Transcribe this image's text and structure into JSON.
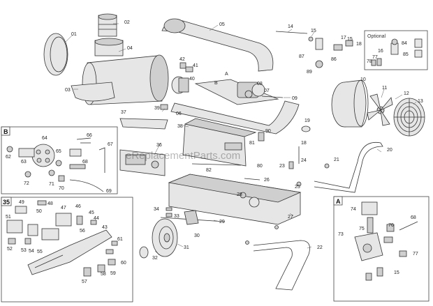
{
  "watermark": "eReplacementParts.com",
  "insets": {
    "B": {
      "letter": "B"
    },
    "35": {
      "letter": "35"
    },
    "A": {
      "letter": "A"
    },
    "optional": {
      "label": "Optional"
    }
  },
  "callouts": [
    {
      "id": "c01",
      "text": "01"
    },
    {
      "id": "c02",
      "text": "02"
    },
    {
      "id": "c03",
      "text": "03"
    },
    {
      "id": "c04",
      "text": "04"
    },
    {
      "id": "c05",
      "text": "05"
    },
    {
      "id": "c06",
      "text": "06"
    },
    {
      "id": "c07",
      "text": "07"
    },
    {
      "id": "c08",
      "text": "08"
    },
    {
      "id": "c09",
      "text": "09"
    },
    {
      "id": "c10",
      "text": "10"
    },
    {
      "id": "c11",
      "text": "11"
    },
    {
      "id": "c12",
      "text": "12"
    },
    {
      "id": "c13",
      "text": "13"
    },
    {
      "id": "c14",
      "text": "14"
    },
    {
      "id": "c15",
      "text": "15"
    },
    {
      "id": "c15b",
      "text": "15"
    },
    {
      "id": "c15c",
      "text": "15"
    },
    {
      "id": "c16",
      "text": "16"
    },
    {
      "id": "c17",
      "text": "17"
    },
    {
      "id": "c18",
      "text": "18"
    },
    {
      "id": "c18b",
      "text": "18"
    },
    {
      "id": "c19",
      "text": "19"
    },
    {
      "id": "c20",
      "text": "20"
    },
    {
      "id": "c21",
      "text": "21"
    },
    {
      "id": "c22",
      "text": "22"
    },
    {
      "id": "c23",
      "text": "23"
    },
    {
      "id": "c24",
      "text": "24"
    },
    {
      "id": "c25",
      "text": "25"
    },
    {
      "id": "c26",
      "text": "26"
    },
    {
      "id": "c27",
      "text": "27"
    },
    {
      "id": "c28",
      "text": "28"
    },
    {
      "id": "c29",
      "text": "29"
    },
    {
      "id": "c30",
      "text": "30"
    },
    {
      "id": "c31",
      "text": "31"
    },
    {
      "id": "c32",
      "text": "32"
    },
    {
      "id": "c33",
      "text": "33"
    },
    {
      "id": "c34",
      "text": "34"
    },
    {
      "id": "c36",
      "text": "36"
    },
    {
      "id": "c37",
      "text": "37"
    },
    {
      "id": "c38",
      "text": "38"
    },
    {
      "id": "c39",
      "text": "39"
    },
    {
      "id": "c40",
      "text": "40"
    },
    {
      "id": "c41",
      "text": "41"
    },
    {
      "id": "c42",
      "text": "42"
    },
    {
      "id": "c43",
      "text": "43"
    },
    {
      "id": "c44",
      "text": "44"
    },
    {
      "id": "c45",
      "text": "45"
    },
    {
      "id": "c46",
      "text": "46"
    },
    {
      "id": "c47",
      "text": "47"
    },
    {
      "id": "c48",
      "text": "48"
    },
    {
      "id": "c49",
      "text": "49"
    },
    {
      "id": "c50",
      "text": "50"
    },
    {
      "id": "c51",
      "text": "51"
    },
    {
      "id": "c52",
      "text": "52"
    },
    {
      "id": "c53",
      "text": "53"
    },
    {
      "id": "c54",
      "text": "54"
    },
    {
      "id": "c55",
      "text": "55"
    },
    {
      "id": "c56",
      "text": "56"
    },
    {
      "id": "c57",
      "text": "57"
    },
    {
      "id": "c58",
      "text": "58"
    },
    {
      "id": "c59",
      "text": "59"
    },
    {
      "id": "c60",
      "text": "60"
    },
    {
      "id": "c61",
      "text": "61"
    },
    {
      "id": "c62",
      "text": "62"
    },
    {
      "id": "c63",
      "text": "63"
    },
    {
      "id": "c64",
      "text": "64"
    },
    {
      "id": "c65",
      "text": "65"
    },
    {
      "id": "c66",
      "text": "66"
    },
    {
      "id": "c67",
      "text": "67"
    },
    {
      "id": "c68",
      "text": "68"
    },
    {
      "id": "c68b",
      "text": "68"
    },
    {
      "id": "c69",
      "text": "69"
    },
    {
      "id": "c70",
      "text": "70"
    },
    {
      "id": "c71",
      "text": "71"
    },
    {
      "id": "c72",
      "text": "72"
    },
    {
      "id": "c73",
      "text": "73"
    },
    {
      "id": "c74",
      "text": "74"
    },
    {
      "id": "c75",
      "text": "75"
    },
    {
      "id": "c76",
      "text": "76"
    },
    {
      "id": "c77",
      "text": "77"
    },
    {
      "id": "c77b",
      "text": "77"
    },
    {
      "id": "c78",
      "text": "78"
    },
    {
      "id": "c80",
      "text": "80"
    },
    {
      "id": "c81",
      "text": "81"
    },
    {
      "id": "c82",
      "text": "82"
    },
    {
      "id": "c84",
      "text": "84"
    },
    {
      "id": "c85",
      "text": "85"
    },
    {
      "id": "c86",
      "text": "86"
    },
    {
      "id": "c87",
      "text": "87"
    },
    {
      "id": "c89",
      "text": "89"
    },
    {
      "id": "c90",
      "text": "90"
    },
    {
      "id": "cA",
      "text": "A"
    },
    {
      "id": "cB",
      "text": "B"
    }
  ]
}
